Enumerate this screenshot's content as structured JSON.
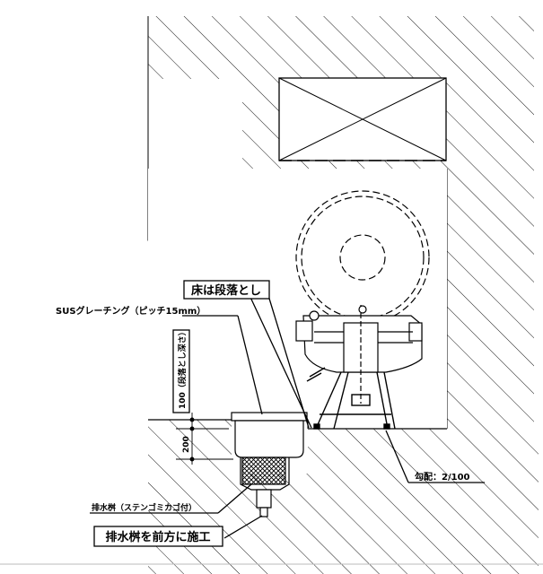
{
  "labels": {
    "floor_step": "床は段落とし",
    "grating": "SUSグレーチング（ピッチ15mm）",
    "step_depth": "100（段落とし深さ）",
    "trap_height": "200",
    "slope": "勾配：2/100",
    "drain_trap": "排水桝（ステンゴミカゴ付）",
    "install_note": "排水桝を前方に施工"
  }
}
